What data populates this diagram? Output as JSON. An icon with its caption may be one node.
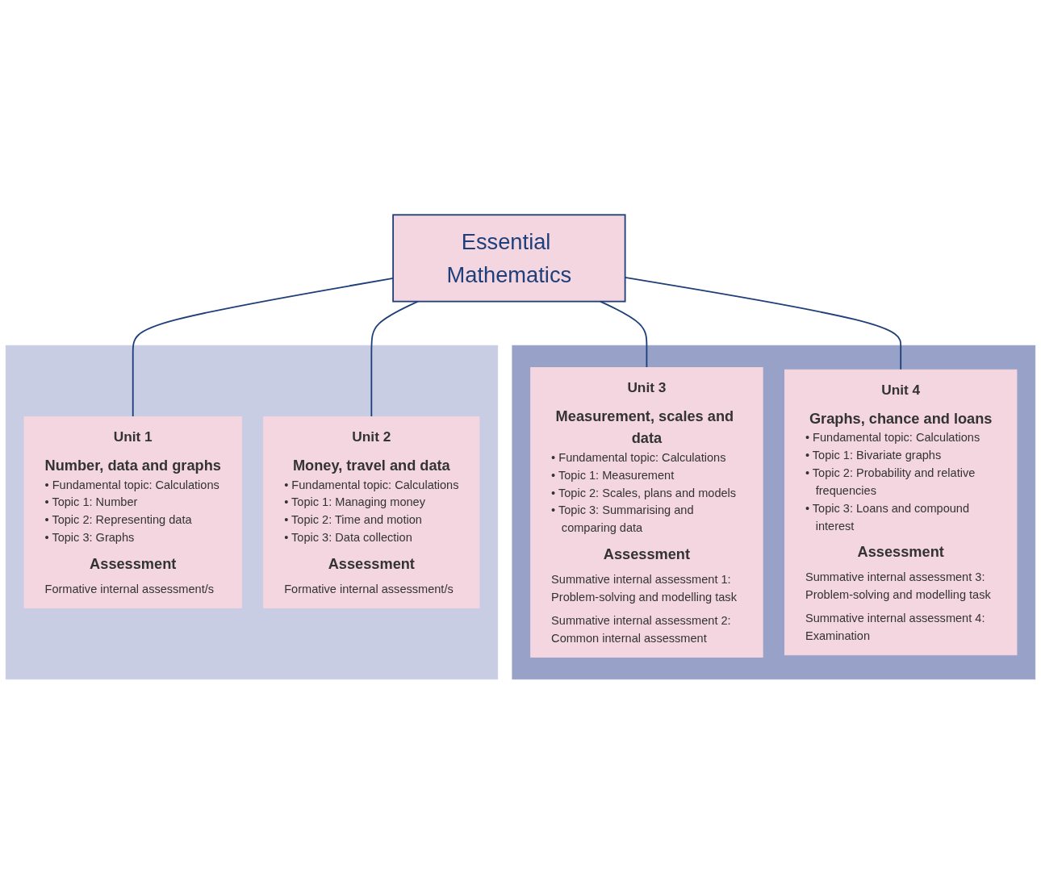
{
  "diagram": {
    "nodes": [
      {
        "text": [
          "Essential Mathematics"
        ]
      },
      {
        "text": [],
        "shape": "box"
      },
      {
        "text": [
          "Unit 1",
          "Number, data and graphs",
          "• Fundamental topic: Calculations",
          "• Topic 1: Number",
          "• Topic 2: Representing data",
          "• Topic 3: Graphs",
          "Assessment",
          "Formative internal assessment/s"
        ],
        "in": 1
      },
      {
        "text": [
          "Unit 2",
          "Money, travel and data",
          "• Fundamental topic: Calculations",
          "• Topic 1: Managing money",
          "• Topic 2: Time and motion",
          "• Topic 3: Data collection",
          "Assessment",
          "Formative internal assessment/s"
        ],
        "in": 1
      },
      {
        "text": [],
        "shape": "box"
      },
      {
        "text": [
          "Unit 3",
          "Measurement, scales and data",
          "• Fundamental topic: Calculations",
          "• Topic 1: Measurement",
          "• Topic 2: Scales, plans and models",
          "• Topic 3: Summarising and comparing data",
          "Assessment",
          "Summative internal assessment 1: Problem-solving and modelling task",
          "Summative internal assessment 2: Common internal assessment"
        ],
        "in": 4
      },
      {
        "text": [
          "Unit 4",
          "Graphs, chance and loans",
          "• Fundamental topic: Calculations",
          "• Topic 1: Bivariate graphs",
          "• Topic 2: Probability and relative frequencies",
          "• Topic 3: Loans and compound interest",
          "Assessment",
          "Summative internal assessment 3: Problem-solving and modelling task",
          "Summative internal assessment 4: Examination"
        ],
        "in": 4
      }
    ],
    "edges": [
      {
        "from": 0,
        "to": 2,
        "arrow": "none"
      },
      {
        "from": 0,
        "to": 3,
        "arrow": "none"
      },
      {
        "from": 0,
        "to": 5,
        "arrow": "none"
      },
      {
        "from": 0,
        "to": 6,
        "arrow": "none"
      }
    ]
  }
}
